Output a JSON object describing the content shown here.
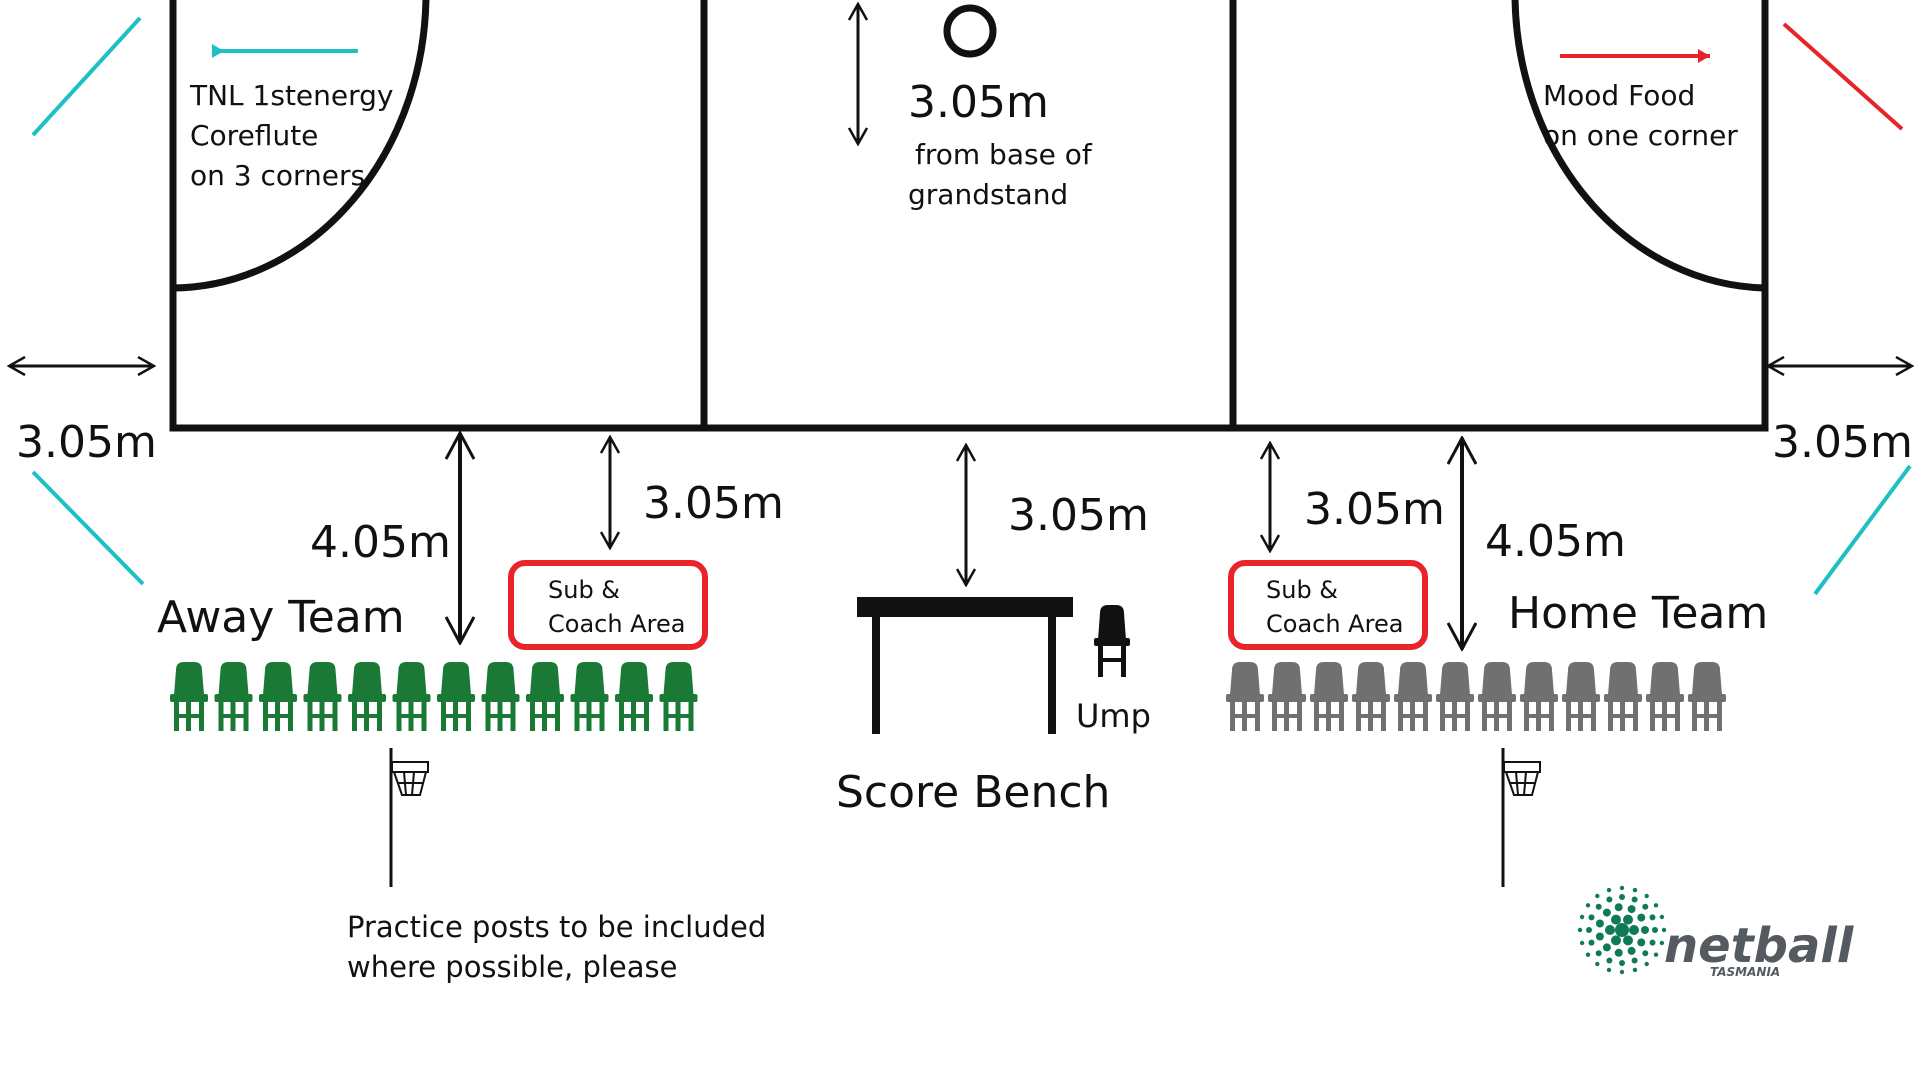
{
  "labels": {
    "corner_left_line1": "TNL 1stenergy",
    "corner_left_line2": "Coreflute",
    "corner_left_line3": "on 3 corners",
    "corner_right_line1": "Mood Food",
    "corner_right_line2": "on one corner",
    "top_center_distance": "3.05m",
    "top_center_note_line1": "from base of",
    "top_center_note_line2": "grandstand",
    "left_side_distance": "3.05m",
    "right_side_distance": "3.05m",
    "away_bench_distance": "4.05m",
    "away_sub_distance": "3.05m",
    "score_distance": "3.05m",
    "home_sub_distance": "3.05m",
    "home_bench_distance": "4.05m",
    "away_team": "Away Team",
    "home_team": "Home Team",
    "sub_area_line1": "Sub &",
    "sub_area_line2": "Coach Area",
    "ump": "Ump",
    "score_bench": "Score Bench",
    "practice_line1": "Practice posts to be included",
    "practice_line2": "where possible, please",
    "logo_word": "netball",
    "logo_sub": "TASMANIA"
  },
  "colors": {
    "coreflute": "#1fbfc4",
    "mood_food": "#e8232a",
    "sub_area_border": "#e8232a",
    "away_chairs": "#1a7a35",
    "home_chairs": "#707070",
    "logo_green": "#0f7a57",
    "logo_text": "#555a60"
  },
  "chairs": {
    "away_count": 12,
    "home_count": 12
  }
}
